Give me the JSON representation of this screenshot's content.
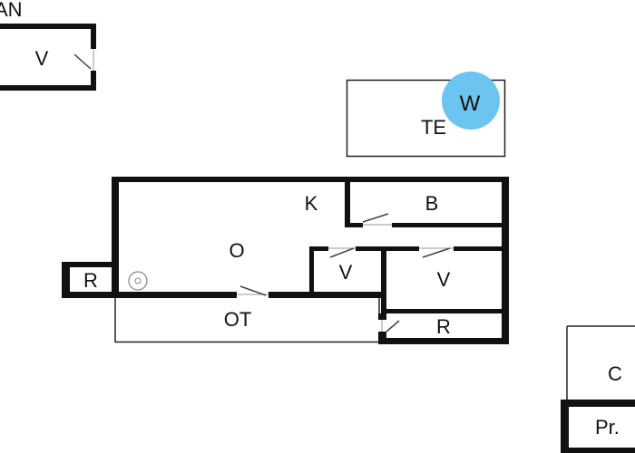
{
  "plan": {
    "top_left_cutoff_text": "AN",
    "outbuilding_room": "V",
    "terrace": {
      "room": "TE",
      "spa_badge": "W",
      "spa_color": "#6cc4f0"
    },
    "house": {
      "room_o": "O",
      "room_k": "K",
      "room_b": "B",
      "room_v1": "V",
      "room_v2": "V",
      "room_r_left": "R",
      "room_ot": "OT",
      "room_r_right": "R",
      "fireplace_symbol": "fireplace-icon"
    },
    "right_building": {
      "room_c": "C",
      "room_pr": "Pr."
    },
    "colors": {
      "wall": "#111111",
      "thin_wall": "#222222",
      "door": "#444444"
    }
  }
}
